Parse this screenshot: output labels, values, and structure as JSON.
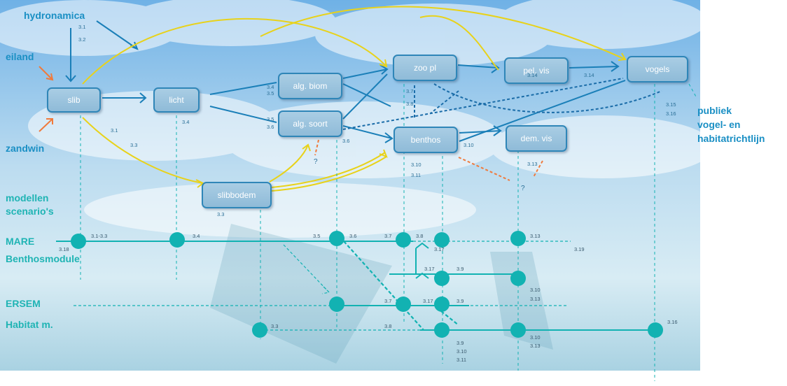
{
  "drivers": {
    "hydronamica": "hydronamica",
    "eiland": "eiland",
    "zandwin": "zandwin"
  },
  "nodes": {
    "slib": "slib",
    "licht": "licht",
    "alg_biom": "alg. biom",
    "alg_soort": "alg. soort",
    "zoo_pl": "zoo pl",
    "pel_vis": "pel. vis",
    "vogels": "vogels",
    "benthos": "benthos",
    "dem_vis": "dem. vis",
    "slibbodem": "slibbodem"
  },
  "publiek": {
    "line1": "publiek",
    "line2": "vogel- en",
    "line3": "habitatrichtlijn"
  },
  "models": {
    "heading1": "modellen",
    "heading2": "scenario's",
    "mare": "MARE",
    "benthosmodule": "Benthosmodule",
    "ersem": "ERSEM",
    "habitat": "Habitat m."
  },
  "refs": [
    "3.1",
    "3.2",
    "3.1",
    "3.3",
    "3.4",
    "3.4",
    "3.5",
    "3.5",
    "3.6",
    "3.6",
    "3.7",
    "3.8",
    "3.14",
    "3.14",
    "3.15",
    "3.16",
    "3.10",
    "3.10",
    "3.11",
    "3.13",
    "3.3",
    "3.1-3.3",
    "3.18",
    "3.4",
    "3.5",
    "3.6",
    "3.7",
    "3.8",
    "3.17",
    "3.13",
    "3.19",
    "3.17",
    "3.9",
    "3.10",
    "3.13",
    "3.7",
    "3.17",
    "3.9",
    "3.3",
    "3.8",
    "3.9",
    "3.10",
    "3.11",
    "3.10",
    "3.13",
    "3.16"
  ],
  "question_marks": [
    "?",
    "?"
  ],
  "colors": {
    "arrow_blue": "#1a7fb8",
    "arrow_yellow": "#e8d21a",
    "arrow_orange": "#f07a3c",
    "model_teal": "#12b2b2",
    "node_fill": "#9cc4de",
    "node_border": "#2f86b8"
  }
}
